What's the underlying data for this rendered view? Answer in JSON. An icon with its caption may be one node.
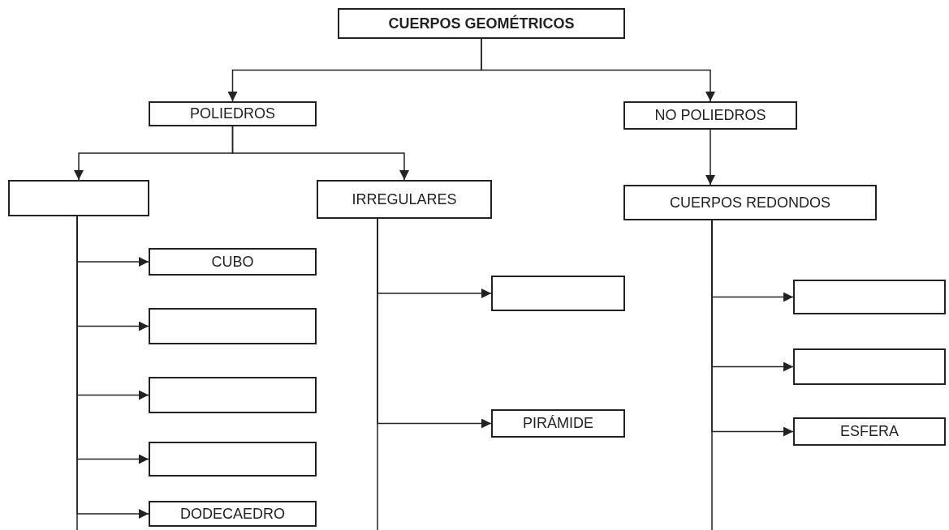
{
  "diagram": {
    "nodes": [
      {
        "text": [
          "CUERPOS GEOMÉTRICOS"
        ]
      },
      {
        "text": [
          "POLIEDROS"
        ]
      },
      {
        "text": [
          "NO POLIEDROS"
        ]
      },
      {
        "text": [],
        "shape": "box"
      },
      {
        "text": [
          "IRREGULARES"
        ]
      },
      {
        "text": [
          "CUERPOS REDONDOS"
        ]
      },
      {
        "text": [
          "CUBO"
        ]
      },
      {
        "text": [],
        "shape": "box"
      },
      {
        "text": [],
        "shape": "box"
      },
      {
        "text": [],
        "shape": "box"
      },
      {
        "text": [
          "DODECAEDRO"
        ]
      },
      {
        "text": [],
        "shape": "box"
      },
      {
        "text": [
          "PIRÁMIDE"
        ]
      },
      {
        "text": [],
        "shape": "box"
      },
      {
        "text": [],
        "shape": "box"
      },
      {
        "text": [
          "ESFERA"
        ]
      }
    ],
    "edges": [
      {
        "from": 0,
        "to": 1,
        "arrow": "to"
      },
      {
        "from": 0,
        "to": 2,
        "arrow": "to"
      },
      {
        "from": 1,
        "to": 3,
        "arrow": "to"
      },
      {
        "from": 1,
        "to": 4,
        "arrow": "to"
      },
      {
        "from": 2,
        "to": 5,
        "arrow": "to"
      },
      {
        "from": 3,
        "to": 6,
        "arrow": "to"
      },
      {
        "from": 3,
        "to": 7,
        "arrow": "to"
      },
      {
        "from": 3,
        "to": 8,
        "arrow": "to"
      },
      {
        "from": 3,
        "to": 9,
        "arrow": "to"
      },
      {
        "from": 3,
        "to": 10,
        "arrow": "to"
      },
      {
        "from": 4,
        "to": 11,
        "arrow": "to"
      },
      {
        "from": 4,
        "to": 12,
        "arrow": "to"
      },
      {
        "from": 5,
        "to": 13,
        "arrow": "to"
      },
      {
        "from": 5,
        "to": 14,
        "arrow": "to"
      },
      {
        "from": 5,
        "to": 15,
        "arrow": "to"
      }
    ]
  }
}
